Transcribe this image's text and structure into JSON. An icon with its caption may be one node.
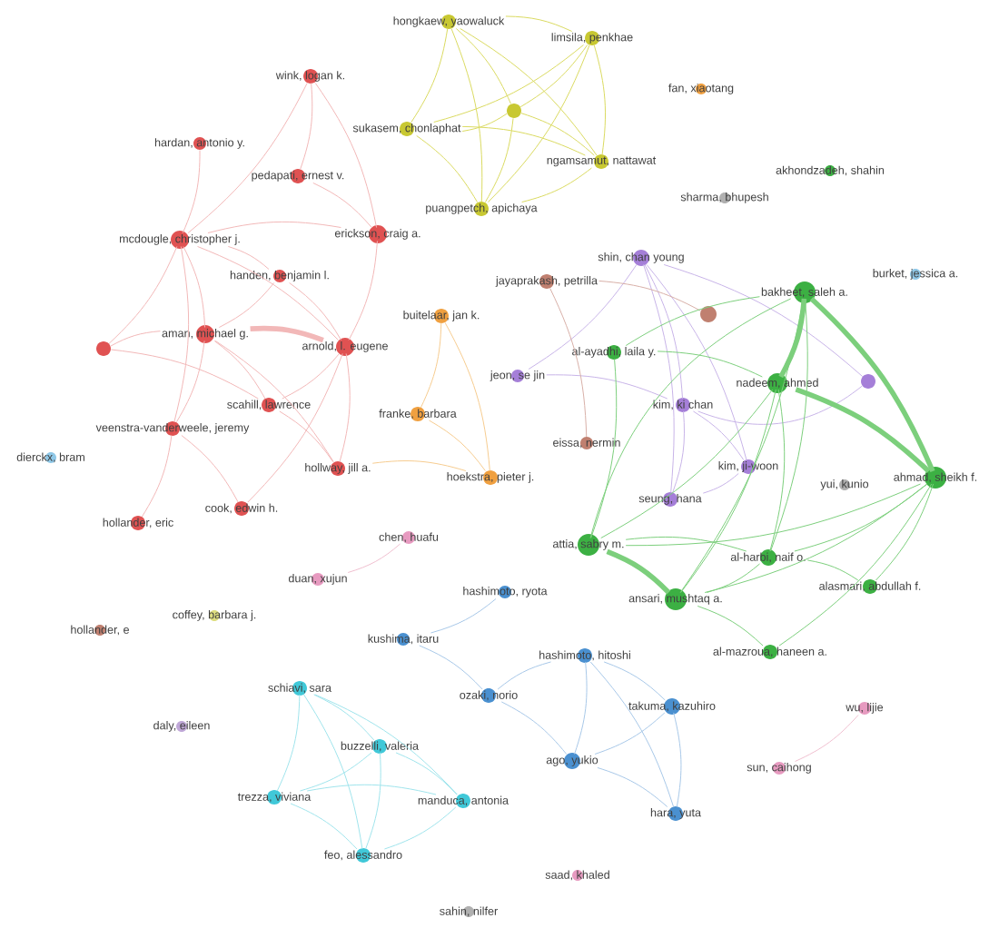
{
  "diagram": {
    "nodes": [
      {
        "text": [
          "hongkaew, yaowaluck"
        ]
      },
      {
        "text": [
          "limsila, penkhae"
        ]
      },
      {
        "text": [],
        "shape": "circle"
      },
      {
        "text": [
          "sukasem, chonlaphat"
        ]
      },
      {
        "text": [
          "ngamsamut, nattawat"
        ]
      },
      {
        "text": [
          "puangpetch, apichaya"
        ]
      },
      {
        "text": [
          "fan, xiaotang"
        ]
      },
      {
        "text": [
          "akhondzadeh, shahin"
        ]
      },
      {
        "text": [
          "sharma, bhupesh"
        ]
      },
      {
        "text": [
          "wink, logan k."
        ]
      },
      {
        "text": [
          "hardan, antonio y."
        ]
      },
      {
        "text": [
          "pedapati, ernest v."
        ]
      },
      {
        "text": [
          "erickson, craig a."
        ]
      },
      {
        "text": [
          "mcdougle, christopher j."
        ]
      },
      {
        "text": [
          "handen, benjamin l."
        ]
      },
      {
        "text": [],
        "shape": "circle"
      },
      {
        "text": [
          "aman, michael g."
        ]
      },
      {
        "text": [
          "arnold, l. eugene"
        ]
      },
      {
        "text": [
          "buitelaar, jan k."
        ]
      },
      {
        "text": [
          "scahill, lawrence"
        ]
      },
      {
        "text": [
          "veenstra-vanderweele, jeremy"
        ]
      },
      {
        "text": [
          "dierckx, bram"
        ]
      },
      {
        "text": [
          "hollway, jill a."
        ]
      },
      {
        "text": [
          "franke, barbara"
        ]
      },
      {
        "text": [
          "hoekstra, pieter j."
        ]
      },
      {
        "text": [
          "cook, edwin h."
        ]
      },
      {
        "text": [
          "hollander, eric"
        ]
      },
      {
        "text": [
          "shin, chan young"
        ]
      },
      {
        "text": [
          "jayaprakash, petrilla"
        ]
      },
      {
        "text": [
          "bakheet, saleh a."
        ]
      },
      {
        "text": [
          "burket, jessica a."
        ]
      },
      {
        "text": [],
        "shape": "circle"
      },
      {
        "text": [
          "al-ayadhi, laila y."
        ]
      },
      {
        "text": [
          "jeon, se jin"
        ]
      },
      {
        "text": [
          "nadeem, ahmed"
        ]
      },
      {
        "text": [],
        "shape": "circle"
      },
      {
        "text": [
          "kim, ki chan"
        ]
      },
      {
        "text": [
          "eissa, nermin"
        ]
      },
      {
        "text": [
          "kim, ji-woon"
        ]
      },
      {
        "text": [
          "ahmad, sheikh f."
        ]
      },
      {
        "text": [
          "yui, kunio"
        ]
      },
      {
        "text": [
          "seung, hana"
        ]
      },
      {
        "text": [
          "attia, sabry m."
        ]
      },
      {
        "text": [
          "al-harbi, naif o."
        ]
      },
      {
        "text": [
          "ansari, mushtaq a."
        ]
      },
      {
        "text": [
          "alasmari, abdullah f."
        ]
      },
      {
        "text": [
          "al-mazroua, haneen a."
        ]
      },
      {
        "text": [
          "chen, huafu"
        ]
      },
      {
        "text": [
          "duan, xujun"
        ]
      },
      {
        "text": [
          "coffey, barbara j."
        ]
      },
      {
        "text": [
          "hollander, e"
        ]
      },
      {
        "text": [
          "hashimoto, ryota"
        ]
      },
      {
        "text": [
          "kushima, itaru"
        ]
      },
      {
        "text": [
          "ozaki, norio"
        ]
      },
      {
        "text": [
          "hashimoto, hitoshi"
        ]
      },
      {
        "text": [
          "schiavi, sara"
        ]
      },
      {
        "text": [
          "daly, eileen"
        ]
      },
      {
        "text": [
          "buzzelli, valeria"
        ]
      },
      {
        "text": [
          "takuma, kazuhiro"
        ]
      },
      {
        "text": [
          "wu, lijie"
        ]
      },
      {
        "text": [
          "trezza, viviana"
        ]
      },
      {
        "text": [
          "manduca, antonia"
        ]
      },
      {
        "text": [
          "ago, yukio"
        ]
      },
      {
        "text": [
          "sun, caihong"
        ]
      },
      {
        "text": [
          "hara, yuta"
        ]
      },
      {
        "text": [
          "feo, alessandro"
        ]
      },
      {
        "text": [
          "saad, khaled"
        ]
      },
      {
        "text": [
          "sahin, nilfer"
        ]
      }
    ],
    "edges": [
      {
        "from": 0,
        "to": 1,
        "arrow": "none",
        "color": "#dada60"
      },
      {
        "from": 0,
        "to": 2,
        "arrow": "none",
        "color": "#dada60"
      },
      {
        "from": 0,
        "to": 3,
        "arrow": "none",
        "color": "#dada60"
      },
      {
        "from": 0,
        "to": 4,
        "arrow": "none",
        "color": "#dada60"
      },
      {
        "from": 0,
        "to": 5,
        "arrow": "none",
        "color": "#dada60"
      },
      {
        "from": 1,
        "to": 2,
        "arrow": "none",
        "color": "#dada60"
      },
      {
        "from": 1,
        "to": 3,
        "arrow": "none",
        "color": "#dada60"
      },
      {
        "from": 1,
        "to": 4,
        "arrow": "none",
        "color": "#dada60"
      },
      {
        "from": 1,
        "to": 5,
        "arrow": "none",
        "color": "#dada60"
      },
      {
        "from": 2,
        "to": 3,
        "arrow": "none",
        "color": "#dada60"
      },
      {
        "from": 2,
        "to": 4,
        "arrow": "none",
        "color": "#dada60"
      },
      {
        "from": 2,
        "to": 5,
        "arrow": "none",
        "color": "#dada60"
      },
      {
        "from": 3,
        "to": 4,
        "arrow": "none",
        "color": "#dada60"
      },
      {
        "from": 3,
        "to": 5,
        "arrow": "none",
        "color": "#dada60"
      },
      {
        "from": 4,
        "to": 5,
        "arrow": "none",
        "color": "#dada60"
      },
      {
        "from": 9,
        "to": 11,
        "arrow": "none"
      },
      {
        "from": 9,
        "to": 12,
        "arrow": "none"
      },
      {
        "from": 11,
        "to": 12,
        "arrow": "none"
      },
      {
        "from": 9,
        "to": 13,
        "arrow": "none"
      },
      {
        "from": 10,
        "to": 13,
        "arrow": "none"
      },
      {
        "from": 13,
        "to": 12,
        "arrow": "none"
      },
      {
        "from": 13,
        "to": 14,
        "arrow": "none"
      },
      {
        "from": 13,
        "to": 16,
        "arrow": "none"
      },
      {
        "from": 13,
        "to": 17,
        "arrow": "none"
      },
      {
        "from": 13,
        "to": 20,
        "arrow": "none"
      },
      {
        "from": 13,
        "to": 15,
        "arrow": "none"
      },
      {
        "from": 14,
        "to": 17,
        "arrow": "none"
      },
      {
        "from": 14,
        "to": 16,
        "arrow": "none"
      },
      {
        "from": 16,
        "to": 17,
        "arrow": "none",
        "style": "thick"
      },
      {
        "from": 16,
        "to": 19,
        "arrow": "none"
      },
      {
        "from": 16,
        "to": 22,
        "arrow": "none"
      },
      {
        "from": 15,
        "to": 16,
        "arrow": "none"
      },
      {
        "from": 15,
        "to": 19,
        "arrow": "none"
      },
      {
        "from": 17,
        "to": 19,
        "arrow": "none"
      },
      {
        "from": 17,
        "to": 22,
        "arrow": "none"
      },
      {
        "from": 19,
        "to": 22,
        "arrow": "none"
      },
      {
        "from": 20,
        "to": 26,
        "arrow": "none"
      },
      {
        "from": 20,
        "to": 25,
        "arrow": "none"
      },
      {
        "from": 16,
        "to": 20,
        "arrow": "none"
      },
      {
        "from": 17,
        "to": 25,
        "arrow": "none"
      },
      {
        "from": 12,
        "to": 17,
        "arrow": "none"
      },
      {
        "from": 18,
        "to": 23,
        "arrow": "none",
        "color": "#f6cc90"
      },
      {
        "from": 18,
        "to": 24,
        "arrow": "none",
        "color": "#f6cc90"
      },
      {
        "from": 23,
        "to": 24,
        "arrow": "none",
        "color": "#f6cc90"
      },
      {
        "from": 22,
        "to": 24,
        "arrow": "none",
        "color": "#f6cc90"
      },
      {
        "from": 27,
        "to": 33,
        "arrow": "none",
        "color": "#c8b4e8"
      },
      {
        "from": 27,
        "to": 36,
        "arrow": "none",
        "color": "#c8b4e8"
      },
      {
        "from": 27,
        "to": 41,
        "arrow": "none",
        "color": "#c8b4e8"
      },
      {
        "from": 27,
        "to": 38,
        "arrow": "none",
        "color": "#c8b4e8"
      },
      {
        "from": 27,
        "to": 35,
        "arrow": "none",
        "color": "#c8b4e8"
      },
      {
        "from": 36,
        "to": 38,
        "arrow": "none",
        "color": "#c8b4e8"
      },
      {
        "from": 36,
        "to": 41,
        "arrow": "none",
        "color": "#c8b4e8"
      },
      {
        "from": 38,
        "to": 41,
        "arrow": "none",
        "color": "#c8b4e8"
      },
      {
        "from": 36,
        "to": 35,
        "arrow": "none",
        "color": "#c8b4e8"
      },
      {
        "from": 33,
        "to": 36,
        "arrow": "none",
        "color": "#c8b4e8"
      },
      {
        "from": 28,
        "to": 31,
        "arrow": "none",
        "color": "#d8b0a8"
      },
      {
        "from": 28,
        "to": 37,
        "arrow": "none",
        "color": "#d8b0a8"
      },
      {
        "from": 29,
        "to": 34,
        "arrow": "none",
        "style": "thick",
        "color": "#7ccf7c"
      },
      {
        "from": 29,
        "to": 39,
        "arrow": "none",
        "style": "thick",
        "color": "#7ccf7c"
      },
      {
        "from": 34,
        "to": 39,
        "arrow": "none",
        "style": "thick",
        "color": "#7ccf7c"
      },
      {
        "from": 29,
        "to": 42,
        "arrow": "none",
        "color": "#7ccf7c"
      },
      {
        "from": 29,
        "to": 44,
        "arrow": "none",
        "color": "#7ccf7c"
      },
      {
        "from": 29,
        "to": 43,
        "arrow": "none",
        "color": "#7ccf7c"
      },
      {
        "from": 34,
        "to": 42,
        "arrow": "none",
        "color": "#7ccf7c"
      },
      {
        "from": 34,
        "to": 44,
        "arrow": "none",
        "color": "#7ccf7c"
      },
      {
        "from": 34,
        "to": 43,
        "arrow": "none",
        "color": "#7ccf7c"
      },
      {
        "from": 39,
        "to": 42,
        "arrow": "none",
        "color": "#7ccf7c"
      },
      {
        "from": 39,
        "to": 44,
        "arrow": "none",
        "color": "#7ccf7c"
      },
      {
        "from": 39,
        "to": 43,
        "arrow": "none",
        "color": "#7ccf7c"
      },
      {
        "from": 39,
        "to": 45,
        "arrow": "none",
        "color": "#7ccf7c"
      },
      {
        "from": 42,
        "to": 44,
        "arrow": "none",
        "style": "thick",
        "color": "#7ccf7c"
      },
      {
        "from": 42,
        "to": 43,
        "arrow": "none",
        "color": "#7ccf7c"
      },
      {
        "from": 43,
        "to": 44,
        "arrow": "none",
        "color": "#7ccf7c"
      },
      {
        "from": 32,
        "to": 34,
        "arrow": "none",
        "color": "#7ccf7c"
      },
      {
        "from": 32,
        "to": 42,
        "arrow": "none",
        "color": "#7ccf7c"
      },
      {
        "from": 32,
        "to": 29,
        "arrow": "none",
        "color": "#7ccf7c"
      },
      {
        "from": 44,
        "to": 46,
        "arrow": "none",
        "color": "#7ccf7c"
      },
      {
        "from": 39,
        "to": 46,
        "arrow": "none",
        "color": "#7ccf7c"
      },
      {
        "from": 43,
        "to": 45,
        "arrow": "none",
        "color": "#7ccf7c"
      },
      {
        "from": 47,
        "to": 48,
        "arrow": "none",
        "color": "#f0c0d0"
      },
      {
        "from": 59,
        "to": 63,
        "arrow": "none",
        "color": "#f0c0d0"
      },
      {
        "from": 51,
        "to": 52,
        "arrow": "none",
        "color": "#a8c8e8"
      },
      {
        "from": 52,
        "to": 53,
        "arrow": "none",
        "color": "#a8c8e8"
      },
      {
        "from": 53,
        "to": 54,
        "arrow": "none",
        "color": "#a8c8e8"
      },
      {
        "from": 53,
        "to": 62,
        "arrow": "none",
        "color": "#a8c8e8"
      },
      {
        "from": 54,
        "to": 58,
        "arrow": "none",
        "color": "#a8c8e8"
      },
      {
        "from": 54,
        "to": 62,
        "arrow": "none",
        "color": "#a8c8e8"
      },
      {
        "from": 54,
        "to": 64,
        "arrow": "none",
        "color": "#a8c8e8"
      },
      {
        "from": 58,
        "to": 62,
        "arrow": "none",
        "color": "#a8c8e8"
      },
      {
        "from": 58,
        "to": 64,
        "arrow": "none",
        "color": "#a8c8e8"
      },
      {
        "from": 62,
        "to": 64,
        "arrow": "none",
        "color": "#a8c8e8"
      },
      {
        "from": 55,
        "to": 57,
        "arrow": "none",
        "color": "#a0e4ec"
      },
      {
        "from": 55,
        "to": 60,
        "arrow": "none",
        "color": "#a0e4ec"
      },
      {
        "from": 55,
        "to": 61,
        "arrow": "none",
        "color": "#a0e4ec"
      },
      {
        "from": 55,
        "to": 65,
        "arrow": "none",
        "color": "#a0e4ec"
      },
      {
        "from": 57,
        "to": 60,
        "arrow": "none",
        "color": "#a0e4ec"
      },
      {
        "from": 57,
        "to": 61,
        "arrow": "none",
        "color": "#a0e4ec"
      },
      {
        "from": 57,
        "to": 65,
        "arrow": "none",
        "color": "#a0e4ec"
      },
      {
        "from": 60,
        "to": 61,
        "arrow": "none",
        "color": "#a0e4ec"
      },
      {
        "from": 60,
        "to": 65,
        "arrow": "none",
        "color": "#a0e4ec"
      },
      {
        "from": 61,
        "to": 65,
        "arrow": "none",
        "color": "#a0e4ec"
      }
    ]
  }
}
